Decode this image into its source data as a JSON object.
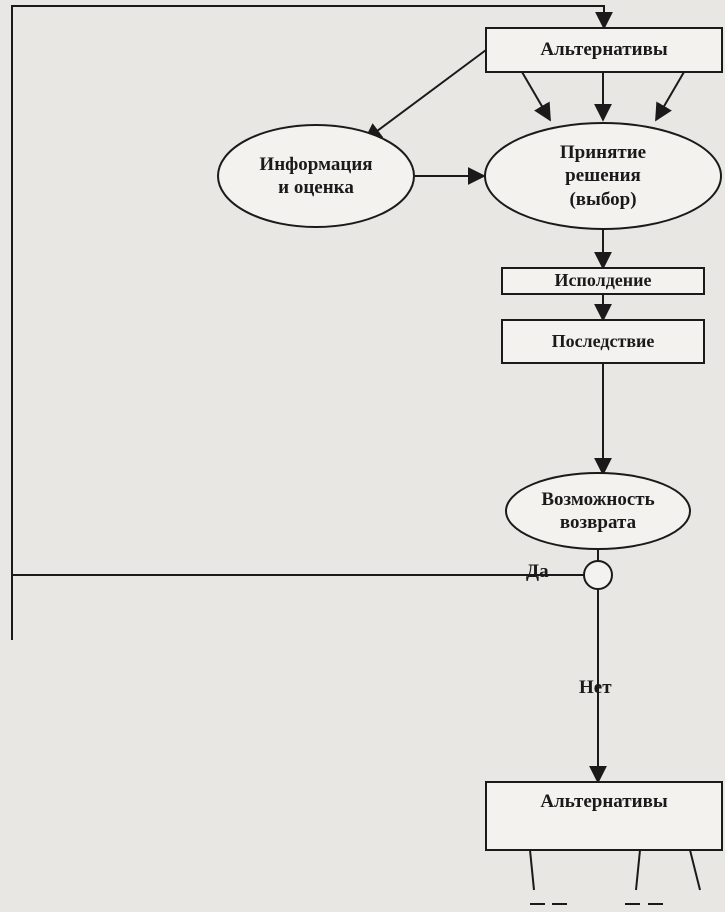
{
  "nodes": {
    "alternatives_top": "Альтернативы",
    "information": "Информация\nи оценка",
    "decision": "Принятие\nрешения\n(выбор)",
    "execution": "Исполдение",
    "consequence": "Последствие",
    "return_possibility": "Возможность\nвозврата",
    "alternatives_bottom": "Альтернативы"
  },
  "edges": {
    "yes": "Да",
    "no": "Нет"
  }
}
